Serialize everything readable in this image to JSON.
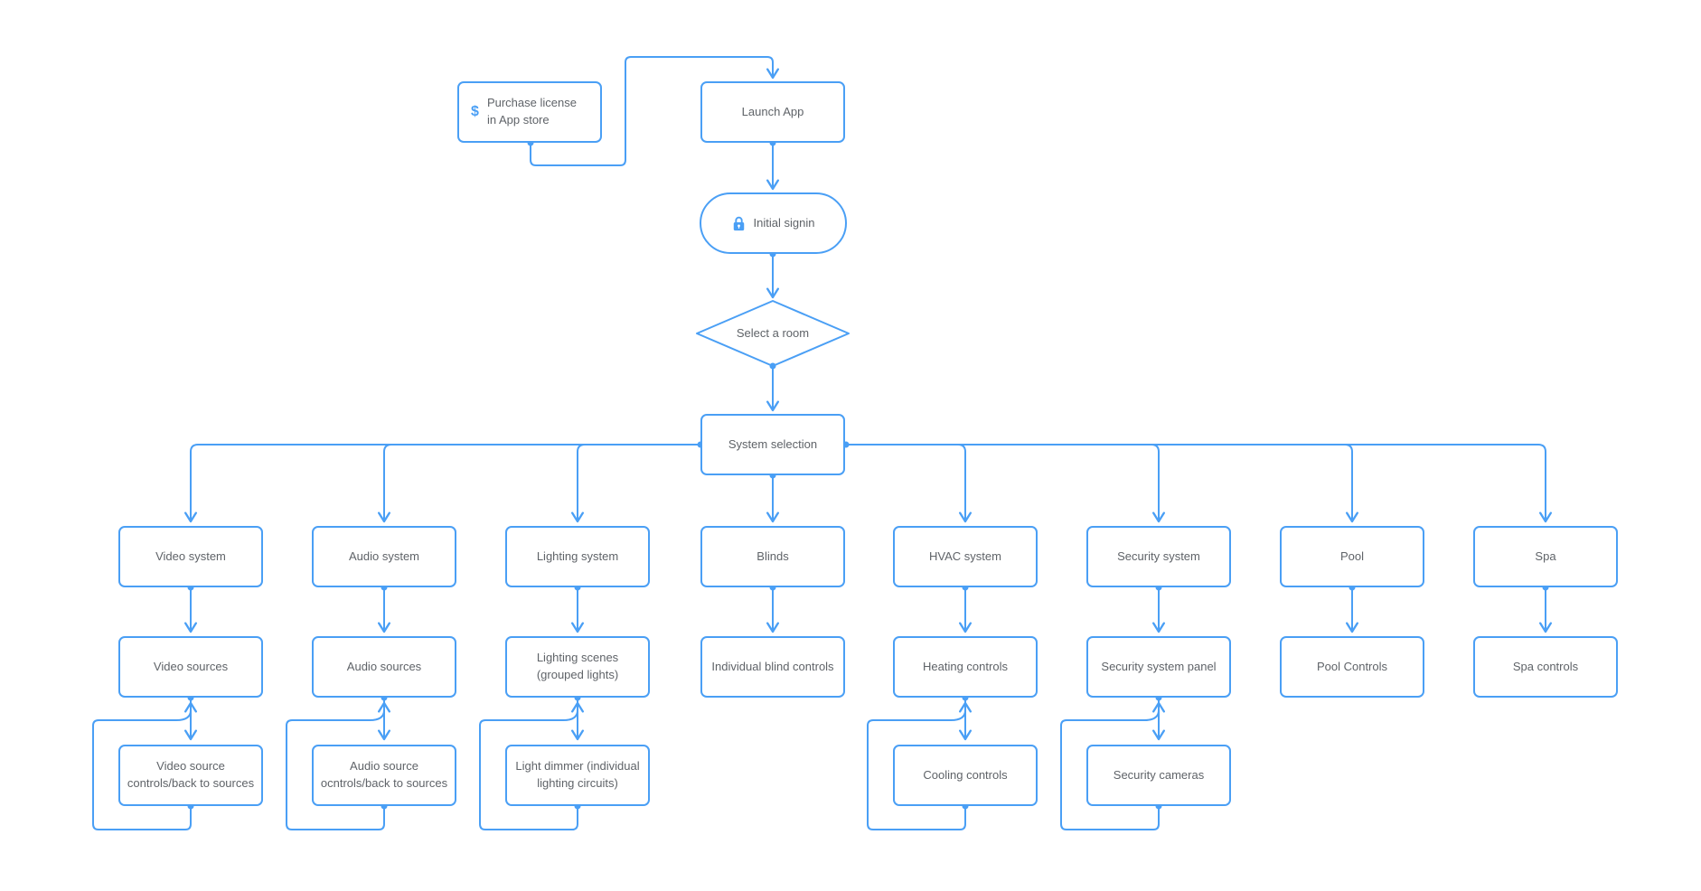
{
  "colors": {
    "accent": "#4a9ff5",
    "node_text": "#5f6368",
    "background": "#ffffff"
  },
  "icons": {
    "dollar": "$",
    "lock": "lock-icon"
  },
  "nodes": {
    "purchase_license": {
      "label": "Purchase license in App store",
      "icon": "dollar-icon",
      "shape": "rect"
    },
    "launch_app": {
      "label": "Launch App",
      "shape": "rect"
    },
    "initial_signin": {
      "label": "Initial signin",
      "icon": "lock-icon",
      "shape": "pill"
    },
    "select_room": {
      "label": "Select a room",
      "shape": "diamond"
    },
    "system_selection": {
      "label": "System selection",
      "shape": "rect"
    },
    "video_system": {
      "label": "Video system"
    },
    "audio_system": {
      "label": "Audio system"
    },
    "lighting_system": {
      "label": "Lighting system"
    },
    "blinds": {
      "label": "Blinds"
    },
    "hvac_system": {
      "label": "HVAC system"
    },
    "security_system": {
      "label": "Security system"
    },
    "pool": {
      "label": "Pool"
    },
    "spa": {
      "label": "Spa"
    },
    "video_sources": {
      "label": "Video sources"
    },
    "audio_sources": {
      "label": "Audio sources"
    },
    "lighting_scenes": {
      "label": "Lighting scenes (grouped lights)"
    },
    "individual_blind_controls": {
      "label": "Individual blind controls"
    },
    "heating_controls": {
      "label": "Heating controls"
    },
    "security_system_panel": {
      "label": "Security system panel"
    },
    "pool_controls": {
      "label": "Pool Controls"
    },
    "spa_controls": {
      "label": "Spa controls"
    },
    "video_source_controls": {
      "label": "Video source controls/back to sources"
    },
    "audio_source_controls": {
      "label": "Audio source ocntrols/back to sources"
    },
    "light_dimmer": {
      "label": "Light dimmer (individual lighting circuits)"
    },
    "cooling_controls": {
      "label": "Cooling controls"
    },
    "security_cameras": {
      "label": "Security cameras"
    }
  },
  "edges": [
    {
      "from": "purchase_license",
      "to": "launch_app"
    },
    {
      "from": "launch_app",
      "to": "initial_signin"
    },
    {
      "from": "initial_signin",
      "to": "select_room"
    },
    {
      "from": "select_room",
      "to": "system_selection"
    },
    {
      "from": "system_selection",
      "to": "video_system"
    },
    {
      "from": "system_selection",
      "to": "audio_system"
    },
    {
      "from": "system_selection",
      "to": "lighting_system"
    },
    {
      "from": "system_selection",
      "to": "blinds"
    },
    {
      "from": "system_selection",
      "to": "hvac_system"
    },
    {
      "from": "system_selection",
      "to": "security_system"
    },
    {
      "from": "system_selection",
      "to": "pool"
    },
    {
      "from": "system_selection",
      "to": "spa"
    },
    {
      "from": "video_system",
      "to": "video_sources"
    },
    {
      "from": "audio_system",
      "to": "audio_sources"
    },
    {
      "from": "lighting_system",
      "to": "lighting_scenes"
    },
    {
      "from": "blinds",
      "to": "individual_blind_controls"
    },
    {
      "from": "hvac_system",
      "to": "heating_controls"
    },
    {
      "from": "security_system",
      "to": "security_system_panel"
    },
    {
      "from": "pool",
      "to": "pool_controls"
    },
    {
      "from": "spa",
      "to": "spa_controls"
    },
    {
      "from": "video_sources",
      "to": "video_source_controls"
    },
    {
      "from": "audio_sources",
      "to": "audio_source_controls"
    },
    {
      "from": "lighting_scenes",
      "to": "light_dimmer"
    },
    {
      "from": "heating_controls",
      "to": "cooling_controls"
    },
    {
      "from": "security_system_panel",
      "to": "security_cameras"
    },
    {
      "from": "video_source_controls",
      "to": "video_sources",
      "type": "loop-back"
    },
    {
      "from": "audio_source_controls",
      "to": "audio_sources",
      "type": "loop-back"
    },
    {
      "from": "light_dimmer",
      "to": "lighting_scenes",
      "type": "loop-back"
    },
    {
      "from": "cooling_controls",
      "to": "heating_controls",
      "type": "loop-back"
    },
    {
      "from": "security_cameras",
      "to": "security_system_panel",
      "type": "loop-back"
    }
  ]
}
